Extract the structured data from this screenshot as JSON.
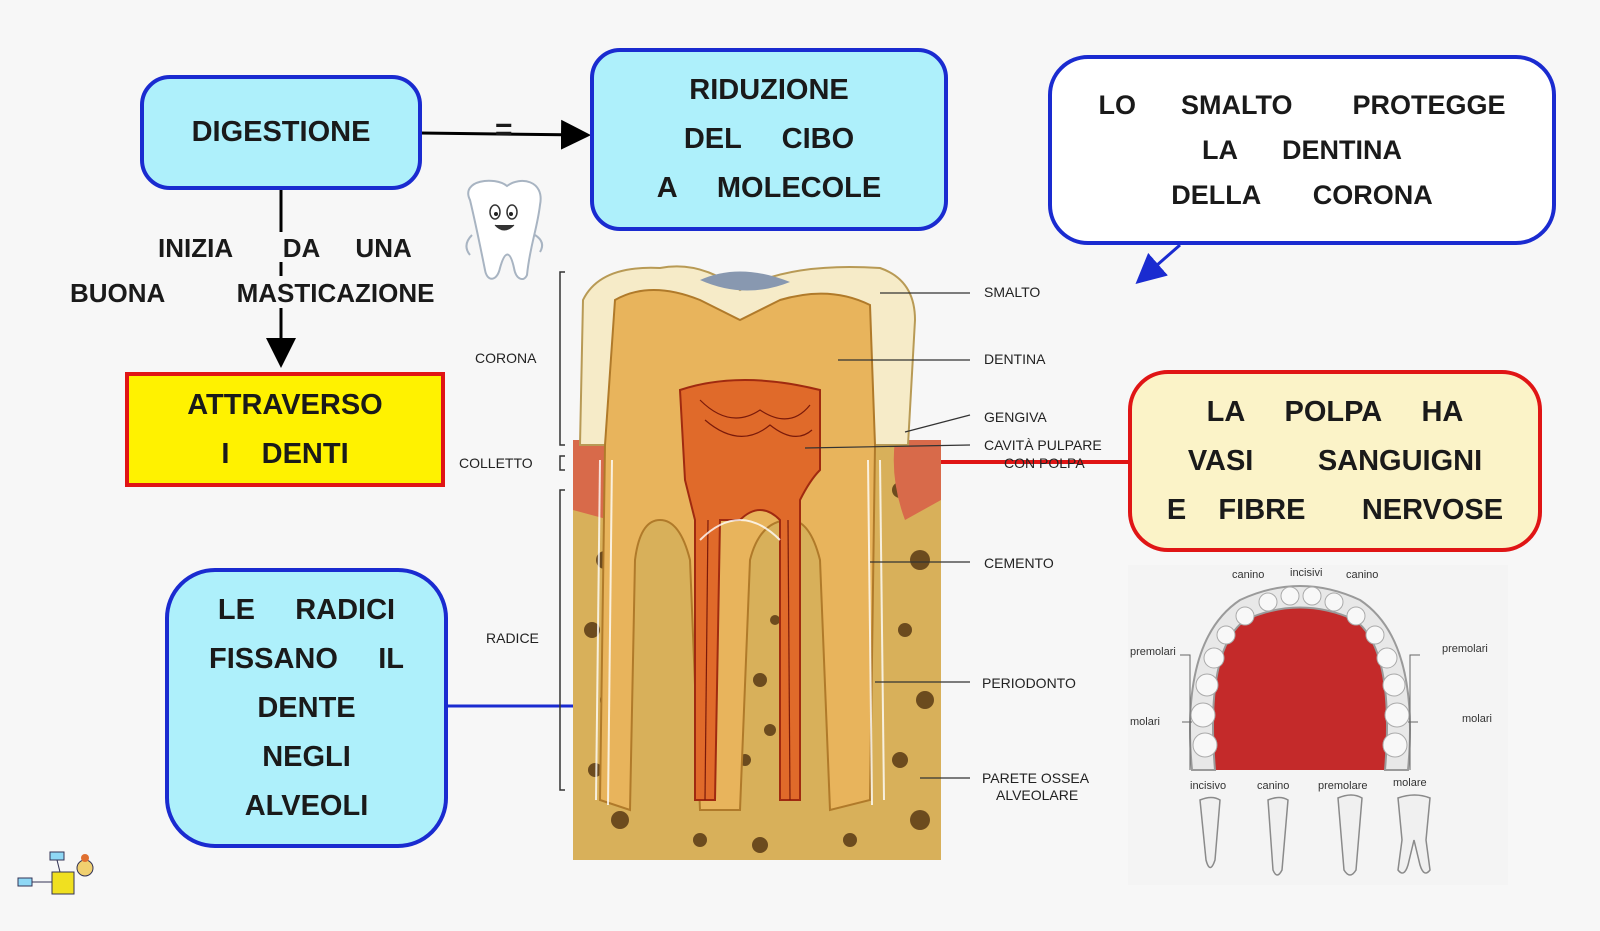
{
  "boxes": {
    "digestione": "DIGESTIONE",
    "riduzione": [
      "RIDUZIONE",
      "DEL     CIBO",
      "A     MOLECOLE"
    ],
    "smalto_note": [
      "LO      SMALTO        PROTEGGE",
      "LA      DENTINA",
      "DELLA       CORONA"
    ],
    "attraverso": [
      "ATTRAVERSO",
      "I    DENTI"
    ],
    "polpa_note": [
      "LA     POLPA     HA",
      "VASI        SANGUIGNI",
      "E    FIBRE       NERVOSE"
    ],
    "radici_note": [
      "LE     RADICI",
      "FISSANO     IL",
      "DENTE",
      "NEGLI",
      "ALVEOLI"
    ]
  },
  "connectors": {
    "equals": "=",
    "inizia_line1": "INIZIA       DA     UNA",
    "inizia_line2": "BUONA          MASTICAZIONE"
  },
  "tooth_labels": {
    "left": [
      "CORONA",
      "COLLETTO",
      "RADICE"
    ],
    "right": [
      "SMALTO",
      "DENTINA",
      "GENGIVA",
      "CAVITÀ PULPARE",
      "CON POLPA",
      "CEMENTO",
      "PERIODONTO",
      "PARETE OSSEA",
      "ALVEOLARE"
    ]
  },
  "arch_labels": {
    "top": [
      "canino",
      "incisivi",
      "canino"
    ],
    "left": [
      "premolari",
      "molari"
    ],
    "right": [
      "premolari",
      "molari"
    ],
    "bottom": [
      "incisivo",
      "canino",
      "premolare",
      "molare"
    ]
  },
  "colors": {
    "blue_border": "#1a2bd0",
    "red_border": "#e01515",
    "cyan_fill": "#aef0fb",
    "yellow_fill": "#fff200",
    "cream_fill": "#fbf3c8"
  }
}
